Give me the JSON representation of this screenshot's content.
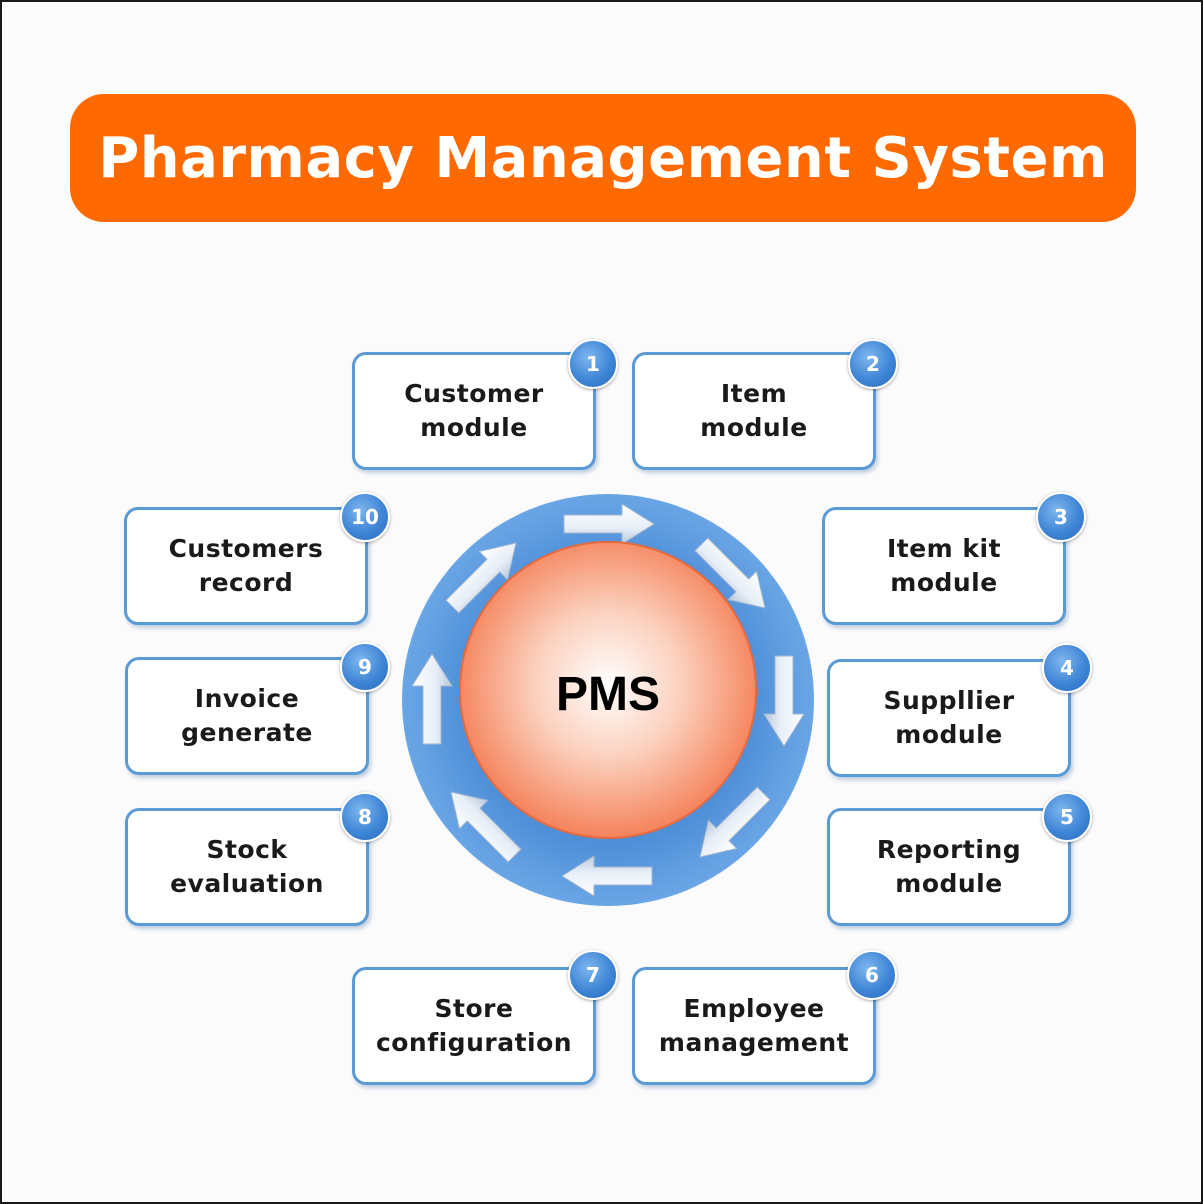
{
  "title": "Pharmacy Management System",
  "center": {
    "label": "PMS"
  },
  "colors": {
    "banner": "#ff6a00",
    "ring": "#5b9bd5",
    "box_border": "#5b9bd5",
    "badge": "#3f86d6",
    "core_center": "#ffffff",
    "core_edge": "#f47a50"
  },
  "modules": [
    {
      "number": "1",
      "label": "Customer\nmodule"
    },
    {
      "number": "2",
      "label": "Item\nmodule"
    },
    {
      "number": "3",
      "label": "Item kit\nmodule"
    },
    {
      "number": "4",
      "label": "Suppllier\nmodule"
    },
    {
      "number": "5",
      "label": "Reporting\nmodule"
    },
    {
      "number": "6",
      "label": "Employee\nmanagement"
    },
    {
      "number": "7",
      "label": "Store\nconfiguration"
    },
    {
      "number": "8",
      "label": "Stock\nevaluation"
    },
    {
      "number": "9",
      "label": "Invoice\ngenerate"
    },
    {
      "number": "10",
      "label": "Customers\nrecord"
    }
  ]
}
